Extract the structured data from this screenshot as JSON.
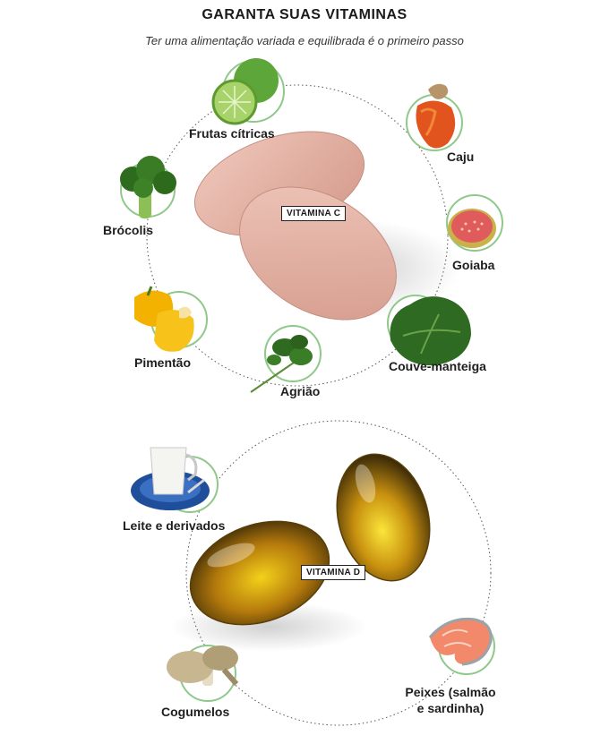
{
  "title": "GARANTA SUAS VITAMINAS",
  "subtitle": "Ter uma alimentação variada e equilibrada é o primeiro passo",
  "vitamin_c": {
    "tag": "VITAMINA C",
    "foods": {
      "frutas": "Frutas cítricas",
      "caju": "Caju",
      "brocolis": "Brócolis",
      "goiaba": "Goiaba",
      "pimentao": "Pimentão",
      "couve": "Couve-manteiga",
      "agriao": "Agrião"
    }
  },
  "vitamin_d": {
    "tag": "VITAMINA D",
    "foods": {
      "leite": "Leite e derivados",
      "cogumelos": "Cogumelos",
      "peixes_1": "Peixes (salmão",
      "peixes_2": "e sardinha)"
    }
  },
  "colors": {
    "ring_green": "#8fc98a",
    "pill_pink": "#e6b3a6",
    "capsule_amber": "#c58a12"
  }
}
